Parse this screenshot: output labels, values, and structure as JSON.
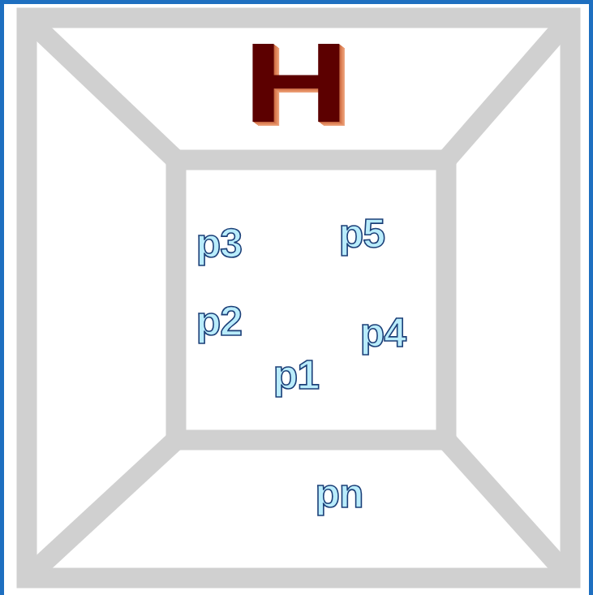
{
  "diagram": {
    "labels": [
      "H",
      "p3",
      "p5",
      "p2",
      "p4",
      "p1",
      "pn"
    ]
  }
}
